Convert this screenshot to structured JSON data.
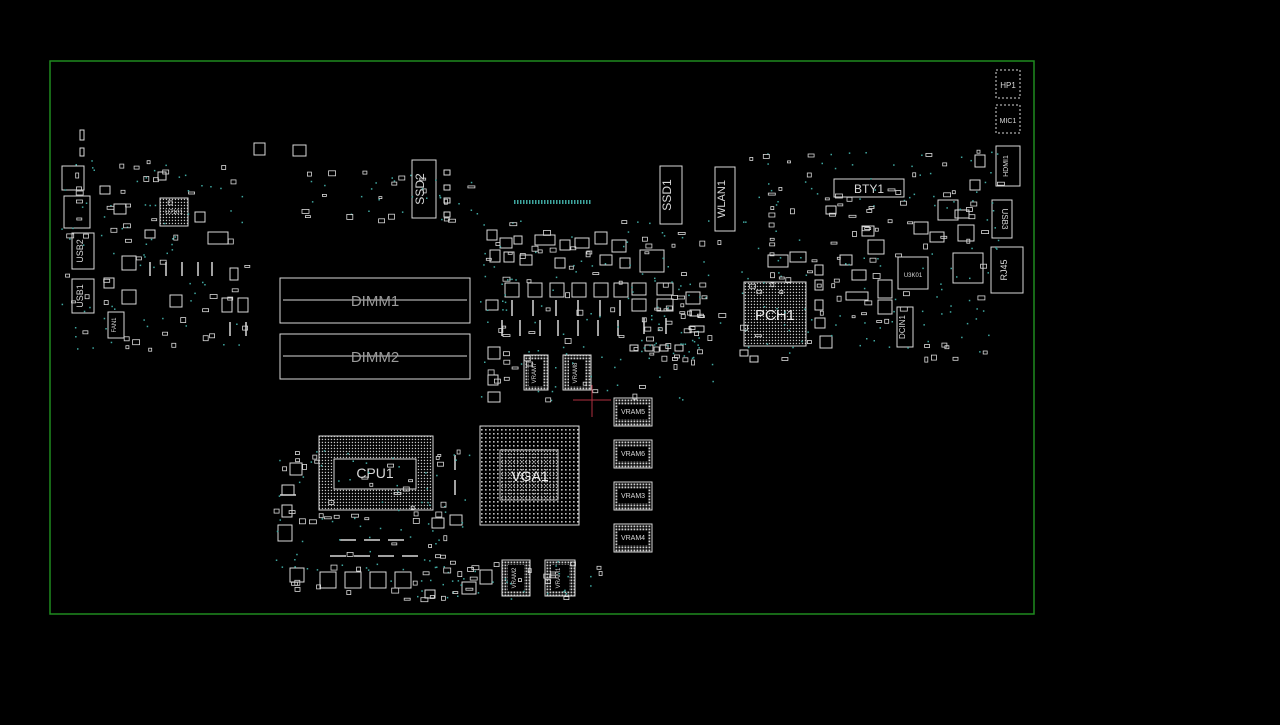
{
  "viewer": {
    "background": "#000000",
    "board_outline_color": "#1f8a1f",
    "component_color": "#d9d9d9",
    "via_color": "#3fa7a0",
    "cursor_color": "#b03040"
  },
  "components": {
    "hp1": "HP1",
    "mic1": "MIC1",
    "hdmi1": "HDMI1",
    "usb3": "USB3",
    "rj45": "RJ45",
    "bty1": "BTY1",
    "dcin1": "DCIN1",
    "u3k01": "U3K01",
    "pch1": "PCH1",
    "ssd1": "SSD1",
    "wlan1": "WLAN1",
    "ssd2": "SSD2",
    "dimm1": "DIMM1",
    "dimm2": "DIMM2",
    "cpu1": "CPU1",
    "vga1": "VGA1",
    "vram1": "VRAM1",
    "vram2": "VRAM2",
    "vram3": "VRAM3",
    "vram4": "VRAM4",
    "vram5": "VRAM5",
    "vram6": "VRAM6",
    "vram7": "VRAM7",
    "vram8": "VRAM8",
    "usb1": "USB1",
    "usb2": "USB2",
    "fan1": "FAN1",
    "u7101": "U7101"
  }
}
